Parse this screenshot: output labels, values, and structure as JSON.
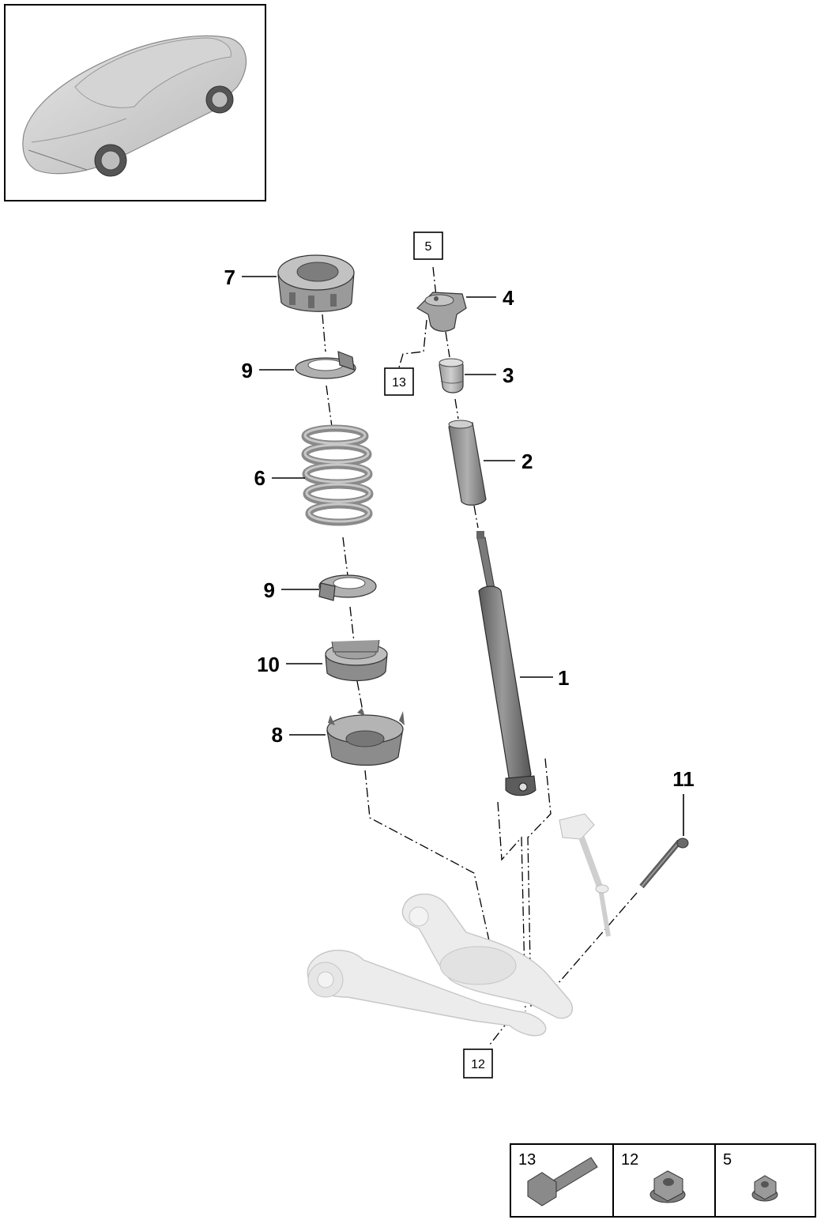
{
  "callouts": {
    "c1": "1",
    "c2": "2",
    "c3": "3",
    "c4": "4",
    "c6": "6",
    "c7": "7",
    "c8": "8",
    "c9a": "9",
    "c9b": "9",
    "c10": "10",
    "c11": "11"
  },
  "boxed_refs": {
    "b5": "5",
    "b13": "13",
    "b12": "12"
  },
  "legend": {
    "items": [
      {
        "label": "13",
        "icon": "bolt-icon"
      },
      {
        "label": "12",
        "icon": "flange-nut-icon"
      },
      {
        "label": "5",
        "icon": "small-nut-icon"
      }
    ]
  },
  "colors": {
    "part_fill": "#a8a8a8",
    "part_dark": "#6e6e6e",
    "ghost_fill": "#ececec",
    "line": "#000000"
  }
}
